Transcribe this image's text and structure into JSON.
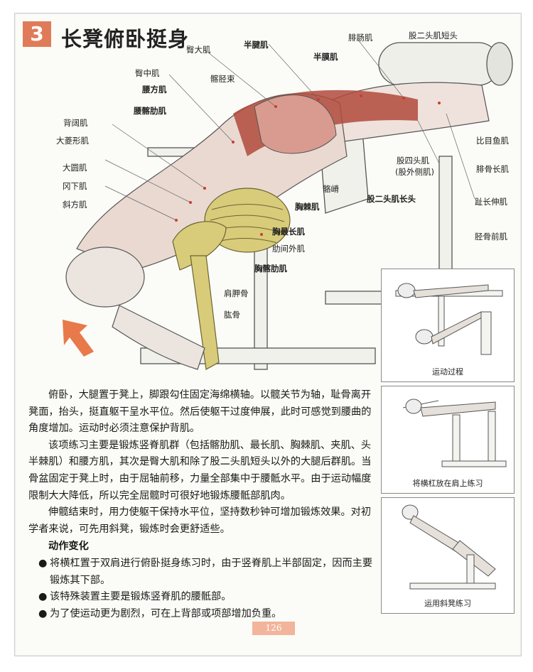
{
  "section_number": "3",
  "title": "长凳俯卧挺身",
  "muscle_labels": [
    {
      "text": "臀大肌",
      "bold": true
    },
    {
      "text": "半腱肌",
      "bold": true
    },
    {
      "text": "腓肠肌",
      "bold": false
    },
    {
      "text": "股二头肌短头",
      "bold": false
    },
    {
      "text": "半膜肌",
      "bold": true
    },
    {
      "text": "臀中肌",
      "bold": false
    },
    {
      "text": "髂胫束",
      "bold": false
    },
    {
      "text": "腰方肌",
      "bold": true
    },
    {
      "text": "腰髂肋肌",
      "bold": true
    },
    {
      "text": "背阔肌",
      "bold": false
    },
    {
      "text": "大菱形肌",
      "bold": false
    },
    {
      "text": "大圆肌",
      "bold": false
    },
    {
      "text": "冈下肌",
      "bold": false
    },
    {
      "text": "斜方肌",
      "bold": false
    },
    {
      "text": "比目鱼肌",
      "bold": false
    },
    {
      "text": "股四头肌",
      "bold": false
    },
    {
      "text": "(股外侧肌)",
      "bold": false
    },
    {
      "text": "腓骨长肌",
      "bold": false
    },
    {
      "text": "骼嵴",
      "bold": false
    },
    {
      "text": "股二头肌长头",
      "bold": true
    },
    {
      "text": "趾长伸肌",
      "bold": false
    },
    {
      "text": "胸棘肌",
      "bold": true
    },
    {
      "text": "胫骨前肌",
      "bold": false
    },
    {
      "text": "胸最长肌",
      "bold": true
    },
    {
      "text": "肋间外肌",
      "bold": false
    },
    {
      "text": "胸髂肋肌",
      "bold": true
    },
    {
      "text": "肩胛骨",
      "bold": false
    },
    {
      "text": "肱骨",
      "bold": false
    }
  ],
  "paragraphs": [
    "俯卧，大腿置于凳上，脚跟勾住固定海绵横轴。以髋关节为轴，耻骨离开凳面，抬头，挺直躯干呈水平位。然后使躯干过度伸展，此时可感觉到腰曲的角度增加。运动时必须注意保护背肌。",
    "该项练习主要是锻炼竖脊肌群（包括髂肋肌、最长肌、胸棘肌、夹肌、头半棘肌）和腰方肌，其次是臀大肌和除了股二头肌短头以外的大腿后群肌。当骨盆固定于凳上时，由于屈轴前移，力量全部集中于腰骶水平。由于运动幅度限制大大降低，所以完全屈髋时可很好地锻炼腰骶部肌肉。",
    "伸髋结束时，用力使躯干保持水平位，坚持数秒钟可增加锻炼效果。对初学者来说，可先用斜凳，锻炼时会更舒适些。"
  ],
  "variations_heading": "动作变化",
  "bullet_symbol": "●",
  "variations": [
    "将横杠置于双肩进行俯卧挺身练习时，由于竖脊肌上半部固定，因而主要锻炼其下部。",
    "该特殊装置主要是锻炼竖脊肌的腰骶部。",
    "为了使运动更为剧烈，可在上背部或项部增加负重。"
  ],
  "panels": [
    {
      "caption": "运动过程"
    },
    {
      "caption": "将横杠放在肩上练习"
    },
    {
      "caption": "运用斜凳练习"
    }
  ],
  "page_number": "126",
  "colors": {
    "accent": "#e07b59",
    "page_number_bg": "#f2b49b",
    "muscle_red": "#b04a3c",
    "bone_yellow": "#d8cc7a",
    "arrow": "#e8794a"
  }
}
